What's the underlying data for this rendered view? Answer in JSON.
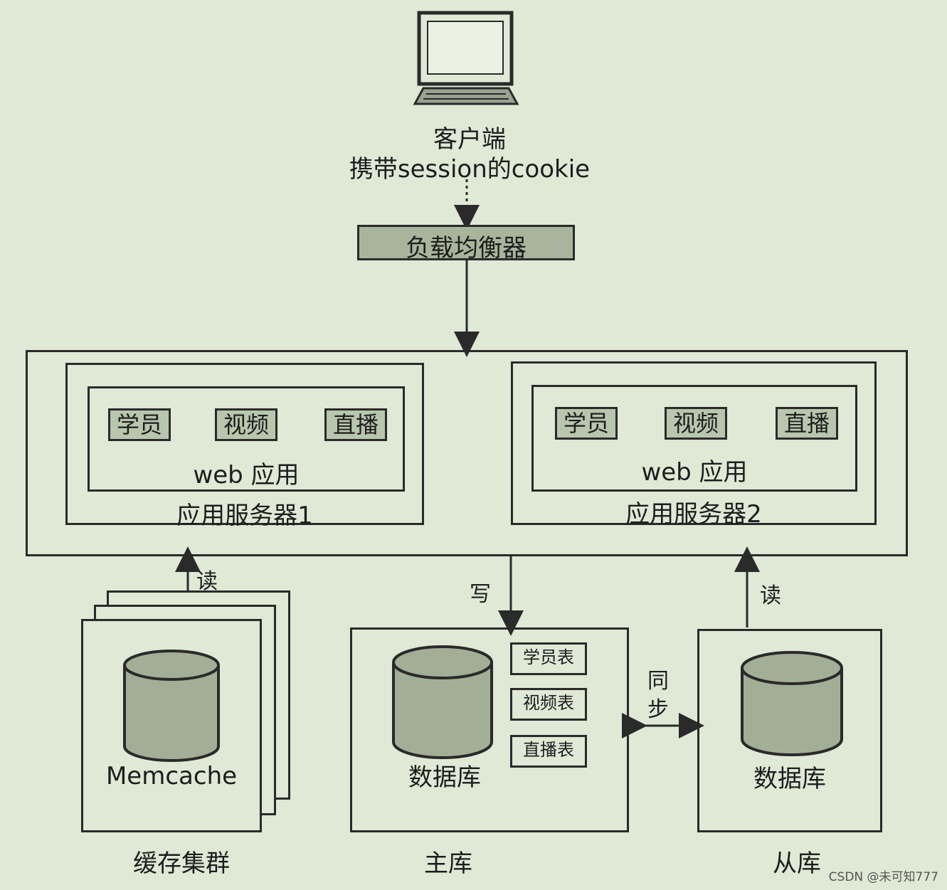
{
  "client": {
    "label": "客户端",
    "note": "携带session的cookie"
  },
  "load_balancer": {
    "label": "负载均衡器"
  },
  "servers": [
    {
      "label": "应用服务器1",
      "web_app": "web 应用",
      "modules": [
        "学员",
        "视频",
        "直播"
      ]
    },
    {
      "label": "应用服务器2",
      "web_app": "web 应用",
      "modules": [
        "学员",
        "视频",
        "直播"
      ]
    }
  ],
  "cache": {
    "inner": "Memcache",
    "caption": "缓存集群",
    "arrow": "读"
  },
  "master": {
    "db": "数据库",
    "caption": "主库",
    "arrow": "写",
    "tables": [
      "学员表",
      "视频表",
      "直播表"
    ]
  },
  "sync": {
    "label_top": "同",
    "label_bottom": "步"
  },
  "slave": {
    "db": "数据库",
    "caption": "从库",
    "arrow": "读"
  },
  "watermark": "CSDN @未可知777"
}
